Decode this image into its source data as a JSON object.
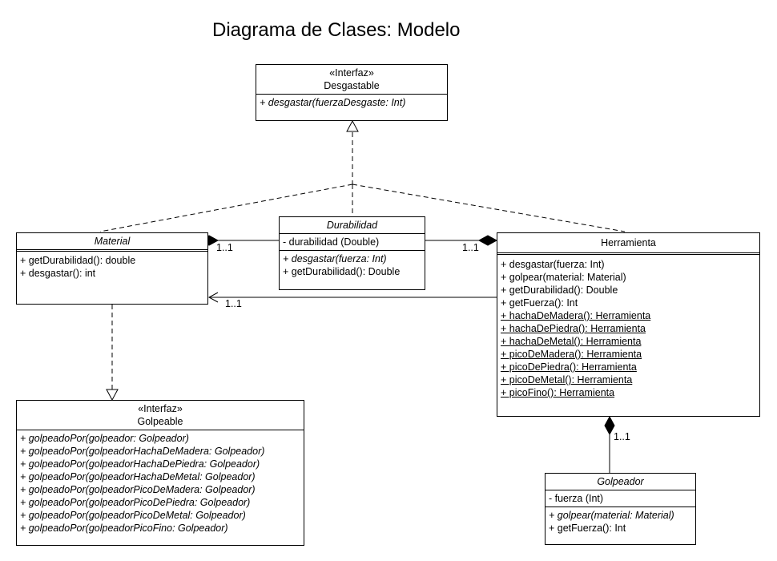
{
  "title": "Diagrama de Clases: Modelo",
  "classes": {
    "desgastable": {
      "stereotype": "«Interfaz»",
      "name": "Desgastable",
      "methods": [
        "+ desgastar(fuerzaDesgaste: Int)"
      ]
    },
    "durabilidad": {
      "name": "Durabilidad",
      "attributes": [
        "- durabilidad (Double)"
      ],
      "methods": [
        "+ desgastar(fuerza: Int)",
        "+ getDurabilidad(): Double"
      ]
    },
    "material": {
      "name": "Material",
      "methods": [
        "+ getDurabilidad(): double",
        "+ desgastar(): int"
      ]
    },
    "herramienta": {
      "name": "Herramienta",
      "methods": [
        "+ desgastar(fuerza: Int)",
        "+ golpear(material: Material)",
        "+ getDurabilidad(): Double",
        "+ getFuerza(): Int",
        "+ hachaDeMadera(): Herramienta",
        "+ hachaDePiedra(): Herramienta",
        "+ hachaDeMetal(): Herramienta",
        "+ picoDeMadera(): Herramienta",
        "+ picoDePiedra(): Herramienta",
        "+ picoDeMetal(): Herramienta",
        "+ picoFino(): Herramienta"
      ]
    },
    "golpeable": {
      "stereotype": "«Interfaz»",
      "name": "Golpeable",
      "methods": [
        "+ golpeadoPor(golpeador: Golpeador)",
        "+ golpeadoPor(golpeadorHachaDeMadera: Golpeador)",
        "+ golpeadoPor(golpeadorHachaDePiedra: Golpeador)",
        "+ golpeadoPor(golpeadorHachaDeMetal: Golpeador)",
        "+ golpeadoPor(golpeadorPicoDeMadera: Golpeador)",
        "+ golpeadoPor(golpeadorPicoDePiedra: Golpeador)",
        "+ golpeadoPor(golpeadorPicoDeMetal: Golpeador)",
        "+ golpeadoPor(golpeadorPicoFino: Golpeador)"
      ]
    },
    "golpeador": {
      "name": "Golpeador",
      "attributes": [
        "- fuerza (Int)"
      ],
      "methods": [
        "+ golpear(material: Material)",
        "+ getFuerza(): Int"
      ]
    }
  },
  "multiplicities": {
    "material_durabilidad": "1..1",
    "herramienta_durabilidad": "1..1",
    "herramienta_material": "1..1",
    "herramienta_golpeador": "1..1"
  }
}
